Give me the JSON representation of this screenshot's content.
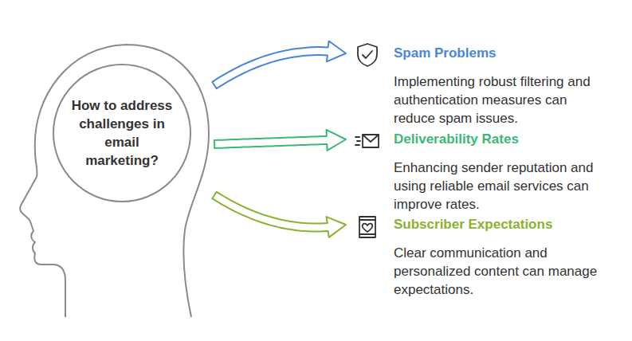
{
  "diagram": {
    "nodes": [
      {
        "text": [
          "How to address challenges in email marketing?"
        ]
      },
      {
        "text": [
          "Spam Problems",
          "Implementing robust filtering and authentication measures can reduce spam issues."
        ]
      },
      {
        "text": [
          "Deliverability Rates",
          "Enhancing sender reputation and using reliable email services can improve rates."
        ]
      },
      {
        "text": [
          "Subscriber Expectations",
          "Clear communication and personalized content can manage expectations."
        ]
      }
    ],
    "edges": [
      {
        "from": 0,
        "to": 1,
        "arrow": "to"
      },
      {
        "from": 0,
        "to": 2,
        "arrow": "to"
      },
      {
        "from": 0,
        "to": 3,
        "arrow": "to"
      }
    ]
  }
}
